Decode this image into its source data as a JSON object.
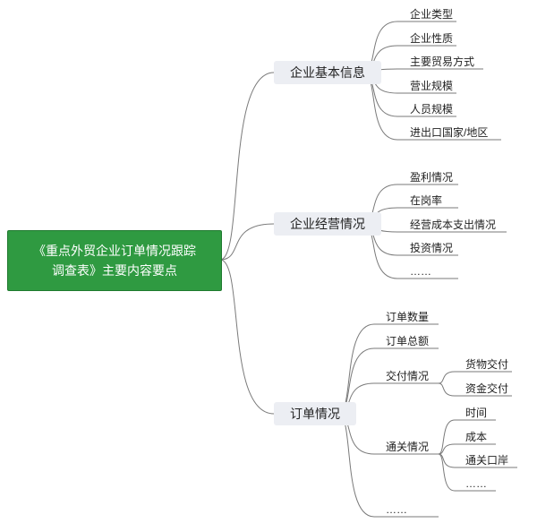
{
  "root": {
    "line1": "《重点外贸企业订单情况跟踪",
    "line2": "调查表》主要内容要点"
  },
  "branches": {
    "basic": {
      "label": "企业基本信息",
      "items": [
        "企业类型",
        "企业性质",
        "主要贸易方式",
        "营业规模",
        "人员规模",
        "进出口国家/地区"
      ]
    },
    "operation": {
      "label": "企业经营情况",
      "items": [
        "盈利情况",
        "在岗率",
        "经营成本支出情况",
        "投资情况",
        "……"
      ]
    },
    "orders": {
      "label": "订单情况",
      "items": [
        "订单数量",
        "订单总额"
      ],
      "delivery": {
        "label": "交付情况",
        "items": [
          "货物交付",
          "资金交付"
        ]
      },
      "customs": {
        "label": "通关情况",
        "items": [
          "时间",
          "成本",
          "通关口岸",
          "……"
        ]
      },
      "more": "……"
    }
  },
  "colors": {
    "root_fill": "#2f9a41",
    "branch_fill": "#eceef3",
    "connector": "#7a7a7a"
  }
}
